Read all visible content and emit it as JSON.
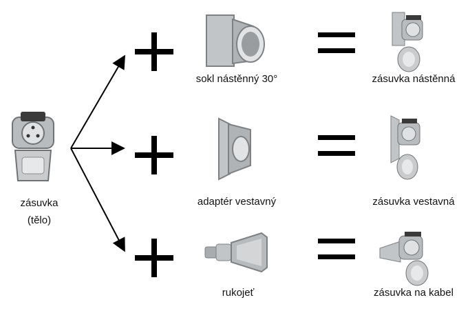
{
  "source": {
    "label_line1": "zásuvka",
    "label_line2": "(tělo)"
  },
  "rows": [
    {
      "component_label": "sokl nástěnný 30°",
      "result_label": "zásuvka nástěnná"
    },
    {
      "component_label": "adaptér vestavný",
      "result_label": "zásuvka vestavná"
    },
    {
      "component_label": "rukojeť",
      "result_label": "zásuvka na kabel"
    }
  ],
  "colors": {
    "ink": "#000000",
    "metal": "#b9bcbe",
    "metal_dark": "#7d8184",
    "accent": "#3a3a3a"
  }
}
